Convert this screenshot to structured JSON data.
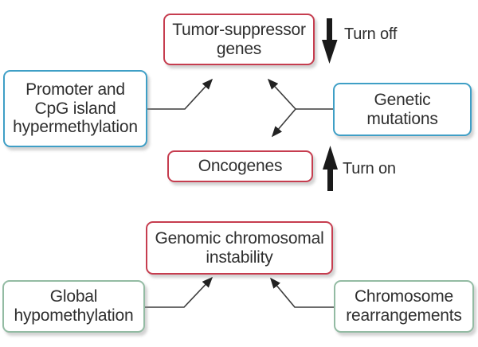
{
  "colors": {
    "red_border": "#c63d4f",
    "blue_border": "#3f9fc6",
    "green_border": "#93bba3",
    "text": "#2f2f2f",
    "line": "#3c3c3c",
    "arrow_black": "#1a1a1a",
    "canvas_bg": "#ffffff"
  },
  "boxes": {
    "tumor_suppressor": {
      "lines": [
        "Tumor-suppressor",
        "genes"
      ]
    },
    "promoter": {
      "lines": [
        "Promoter and",
        "CpG island",
        "hypermethylation"
      ]
    },
    "genetic_mutations": {
      "lines": [
        "Genetic",
        "mutations"
      ]
    },
    "oncogenes": {
      "lines": [
        "Oncogenes"
      ]
    },
    "genomic_instability": {
      "lines": [
        "Genomic chromosomal",
        "instability"
      ]
    },
    "global_hypomethylation": {
      "lines": [
        "Global",
        "hypomethylation"
      ]
    },
    "chromosome_rearrangements": {
      "lines": [
        "Chromosome",
        "rearrangements"
      ]
    }
  },
  "annotations": {
    "turn_off": "Turn off",
    "turn_on": "Turn on"
  }
}
